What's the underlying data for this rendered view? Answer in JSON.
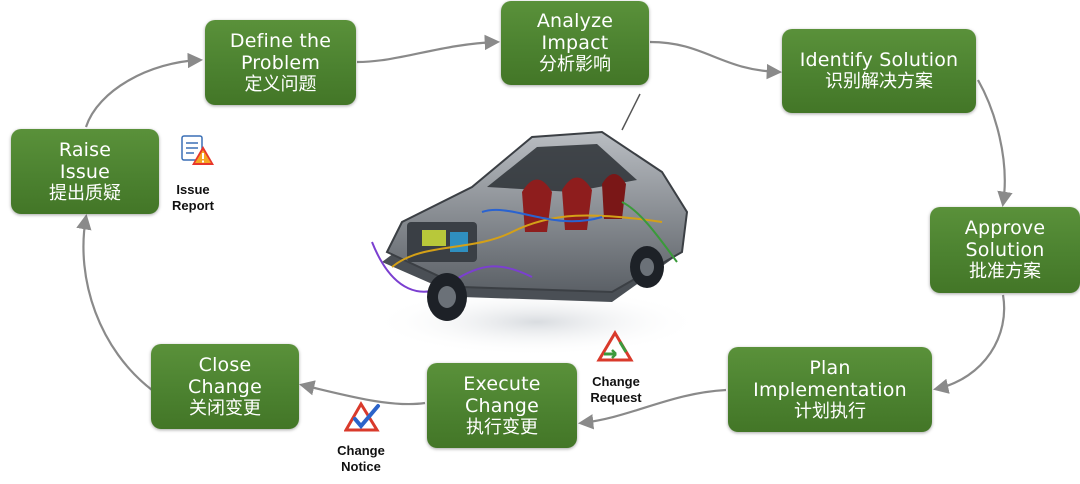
{
  "diagram": {
    "steps": [
      {
        "id": "raise",
        "en": "Raise\nIssue",
        "zh": "提出质疑"
      },
      {
        "id": "define",
        "en": "Define the\nProblem",
        "zh": "定义问题"
      },
      {
        "id": "analyze",
        "en": "Analyze\nImpact",
        "zh": "分析影响"
      },
      {
        "id": "identify",
        "en": "Identify Solution",
        "zh": "识别解决方案"
      },
      {
        "id": "approve",
        "en": "Approve\nSolution",
        "zh": "批准方案"
      },
      {
        "id": "plan",
        "en": "Plan\nImplementation",
        "zh": "计划执行"
      },
      {
        "id": "execute",
        "en": "Execute\nChange",
        "zh": "执行变更"
      },
      {
        "id": "close",
        "en": "Close\nChange",
        "zh": "关闭变更"
      }
    ],
    "documents": {
      "issue_report": {
        "label": "Issue\nReport",
        "icon": "issue-report-icon"
      },
      "change_request": {
        "label": "Change\nRequest",
        "icon": "change-request-icon"
      },
      "change_notice": {
        "label": "Change\nNotice",
        "icon": "change-notice-icon"
      }
    },
    "center_image": "car-body-cutaway-image",
    "colors": {
      "step_fill": "#4c8230",
      "step_text": "#ffffff",
      "arrow": "#8a8a8a",
      "label_text": "#111111"
    }
  }
}
